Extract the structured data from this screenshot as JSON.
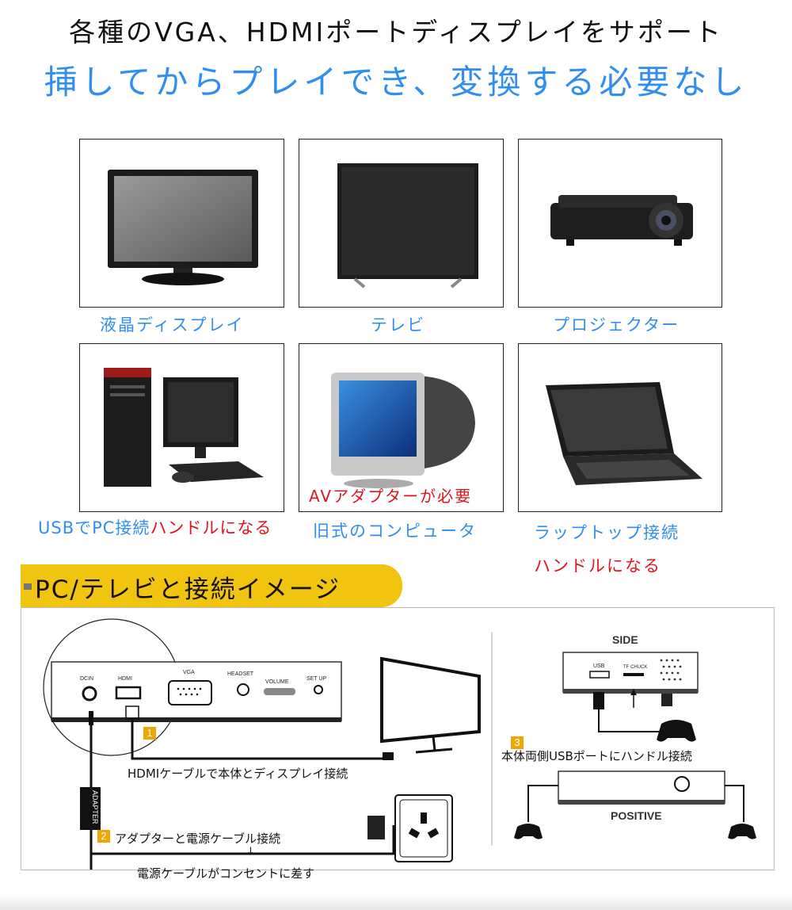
{
  "header": {
    "line1": "各種のVGA、HDMIポートディスプレイをサポート",
    "line2": "挿してからプレイでき、変換する必要なし"
  },
  "devices": [
    {
      "label": "液晶ディスプレイ"
    },
    {
      "label": "テレビ"
    },
    {
      "label": "プロジェクター"
    },
    {
      "label_blue": "USBでPC接続",
      "label_red": "ハンドルになる"
    },
    {
      "label": "旧式のコンピュータ",
      "note_red": "AVアダプターが必要"
    },
    {
      "label": "ラップトップ接続",
      "label_red": "ハンドルになる"
    }
  ],
  "section": {
    "title": "PC/テレビと接続イメージ"
  },
  "diagram": {
    "ports": [
      "DCIN",
      "HDMI",
      "VGA",
      "HEADSET",
      "VOLUME",
      "SET UP"
    ],
    "step1": "HDMIケーブルで本体とディスプレイ接続",
    "step2": "アダプターと電源ケーブル接続",
    "step2_sub": "電源ケーブルがコンセントに差す",
    "step3": "本体両側USBポートにハンドル接続",
    "adapter_label": "ADAPTER",
    "side_label": "SIDE",
    "positive_label": "POSITIVE",
    "usb_label": "USB",
    "tf_label": "TF CHUCK",
    "num1": "1",
    "num2": "2",
    "num3": "3"
  },
  "colors": {
    "blue": "#2f8ef0",
    "red": "#e0141e",
    "banner": "#f1c40f",
    "step_badge": "#f0a500"
  }
}
